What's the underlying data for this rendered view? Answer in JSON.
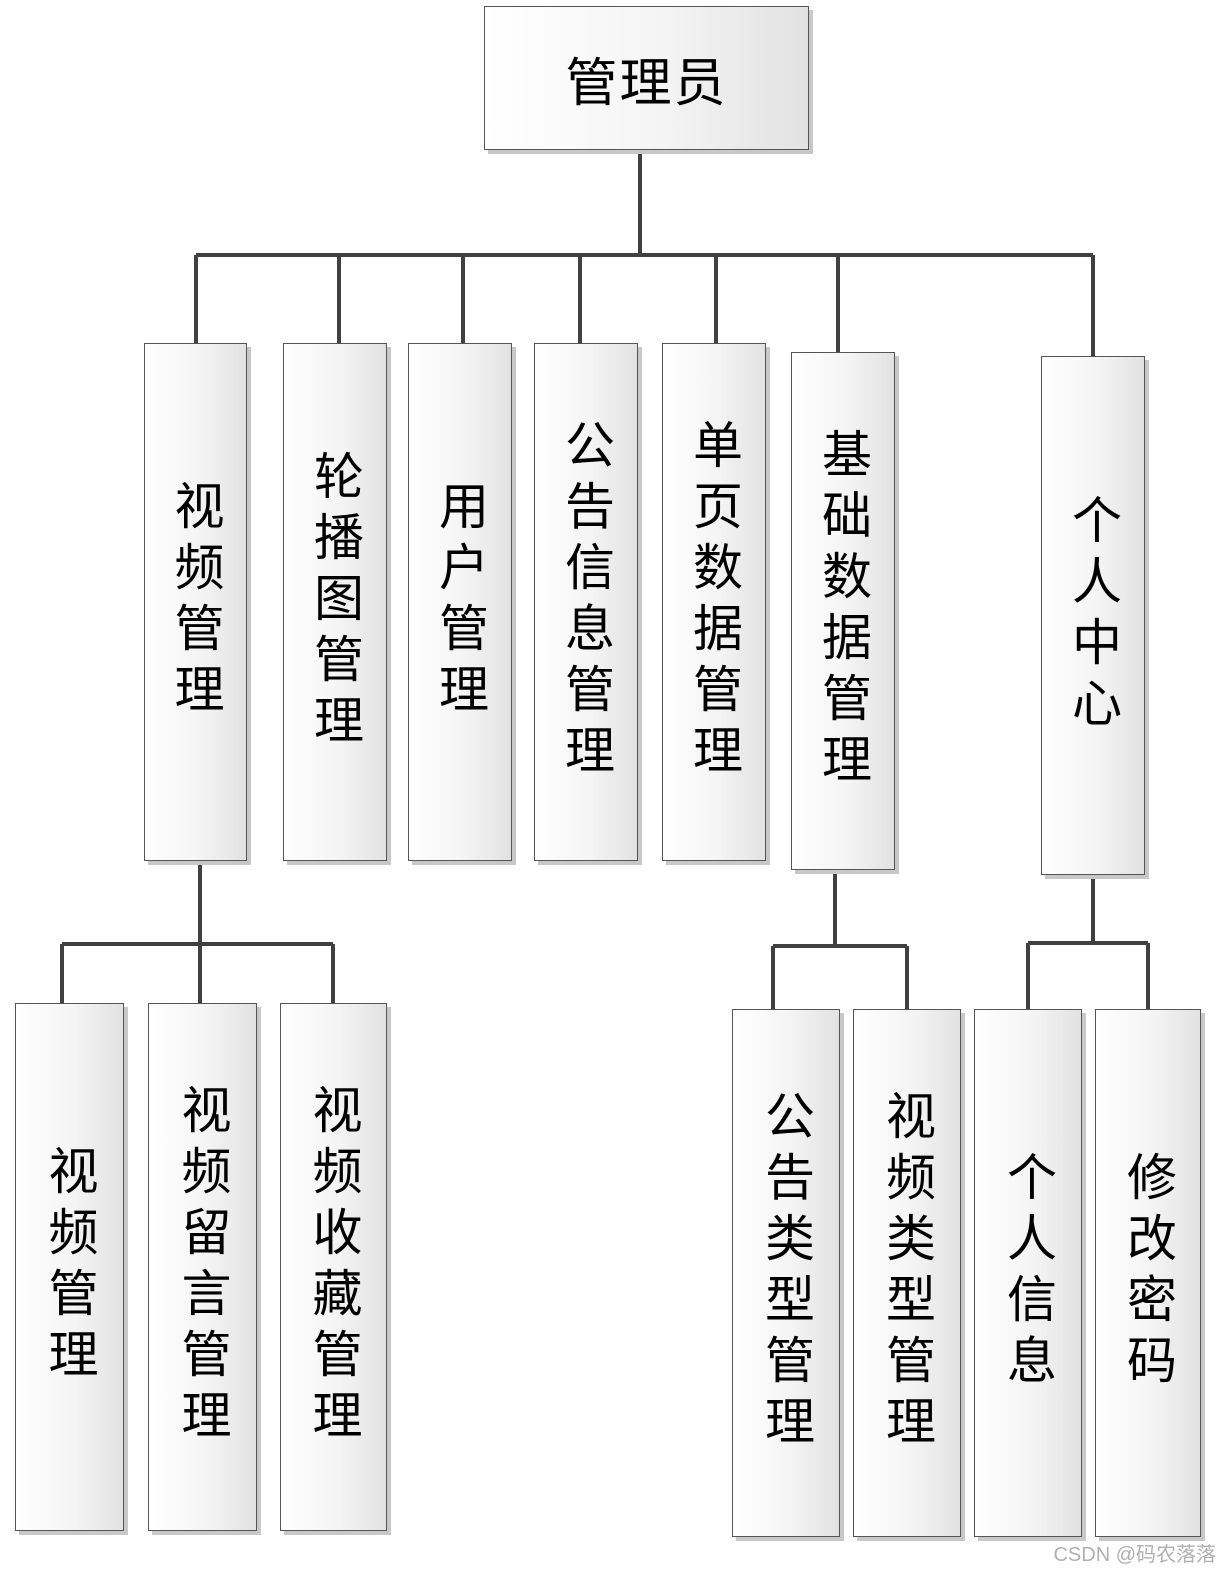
{
  "root": "管理员",
  "level1": [
    "视频管理",
    "轮播图管理",
    "用户管理",
    "公告信息管理",
    "单页数据管理",
    "基础数据管理",
    "个人中心"
  ],
  "children": {
    "video": [
      "视频管理",
      "视频留言管理",
      "视频收藏管理"
    ],
    "base": [
      "公告类型管理",
      "视频类型管理"
    ],
    "personal": [
      "个人信息",
      "修改密码"
    ]
  },
  "watermark": "CSDN @码农落落"
}
